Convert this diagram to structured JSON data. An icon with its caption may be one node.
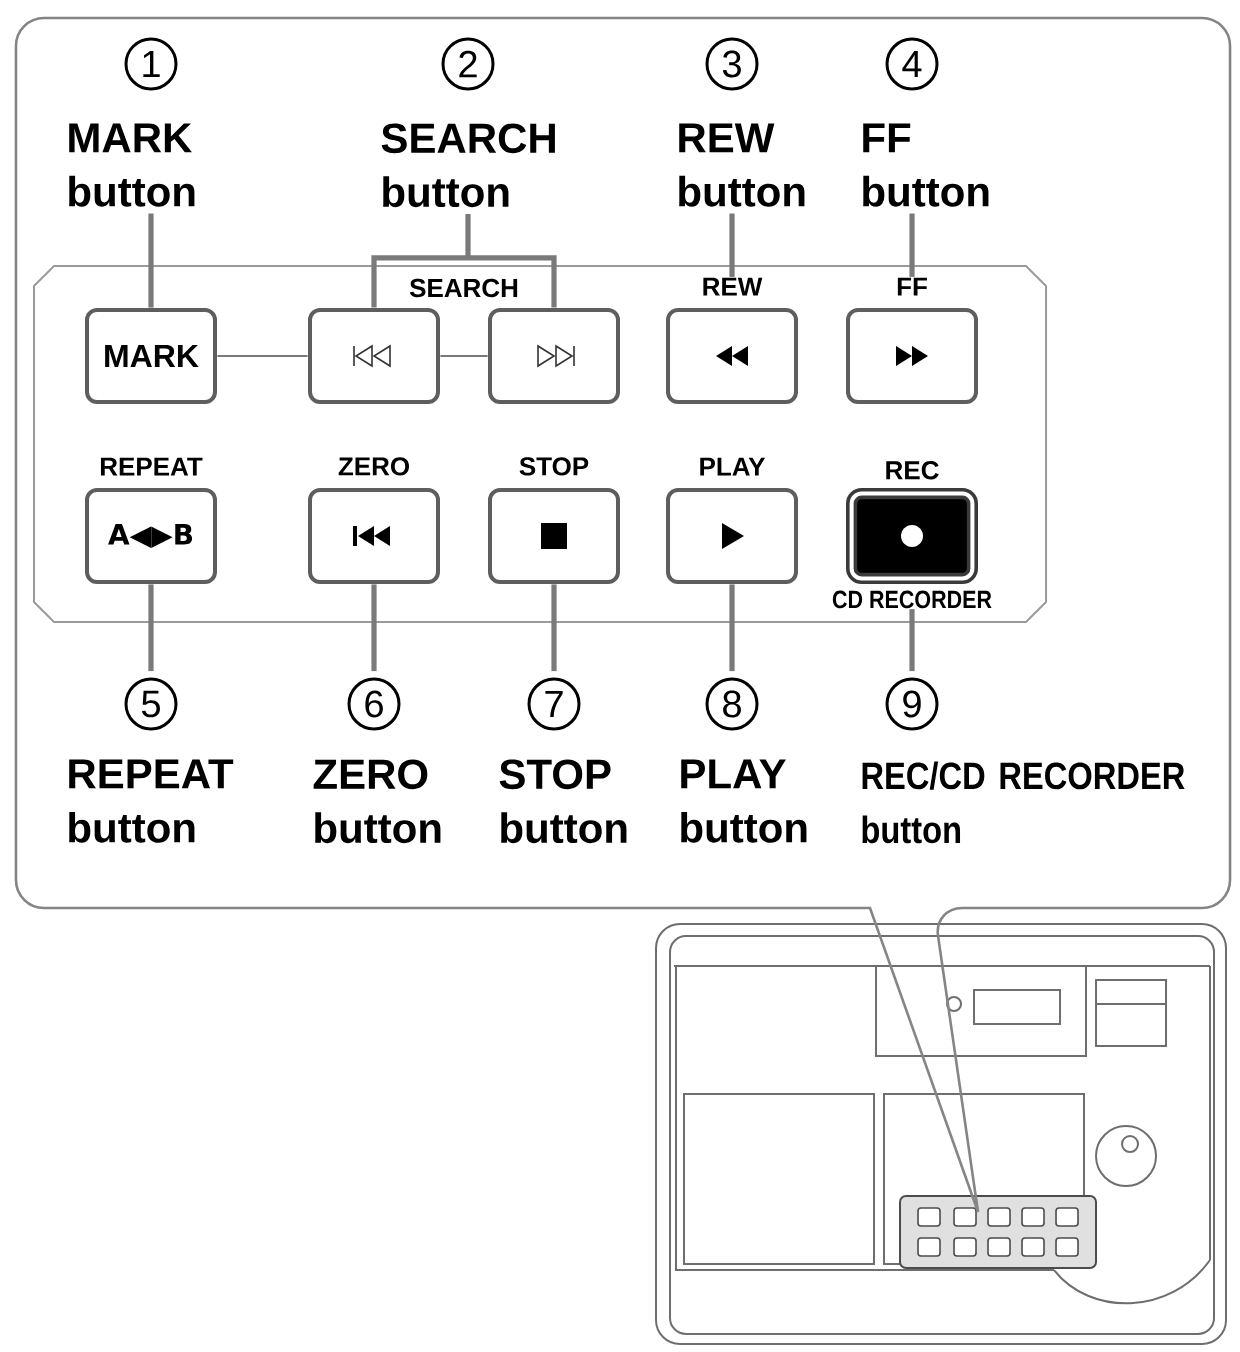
{
  "diagram": {
    "nodes": [
      {
        "text": [],
        "shape": "box"
      },
      {
        "text": [
          "1",
          "MARK button"
        ],
        "in": 0
      },
      {
        "text": [
          "2",
          "SEARCH button"
        ],
        "in": 0
      },
      {
        "text": [
          "3",
          "REW button"
        ],
        "in": 0
      },
      {
        "text": [
          "4",
          "FF button"
        ],
        "in": 0
      },
      {
        "text": [],
        "shape": "box",
        "in": 0
      },
      {
        "text": [
          "MARK"
        ],
        "in": 5
      },
      {
        "text": [],
        "shape": "box",
        "in": 5
      },
      {
        "text": [],
        "shape": "box",
        "in": 5
      },
      {
        "text": [
          "REW"
        ],
        "in": 5
      },
      {
        "text": [
          "FF"
        ],
        "in": 5
      },
      {
        "text": [
          "REPEAT",
          "A◀▶B"
        ],
        "in": 5
      },
      {
        "text": [
          "ZERO"
        ],
        "in": 5
      },
      {
        "text": [
          "STOP"
        ],
        "in": 5
      },
      {
        "text": [
          "PLAY"
        ],
        "in": 5
      },
      {
        "text": [
          "REC",
          "CD RECORDER"
        ],
        "in": 5
      },
      {
        "text": [
          "5",
          "REPEAT button"
        ],
        "in": 0
      },
      {
        "text": [
          "6",
          "ZERO button"
        ],
        "in": 0
      },
      {
        "text": [
          "7",
          "STOP button"
        ],
        "in": 0
      },
      {
        "text": [
          "8",
          "PLAY button"
        ],
        "in": 0
      },
      {
        "text": [
          "9",
          "REC/CD RECORDER button"
        ],
        "in": 0
      }
    ],
    "edges": [
      {
        "from": 1,
        "to": 6,
        "arrow": "none"
      },
      {
        "from": 2,
        "to": 7,
        "arrow": "none"
      },
      {
        "from": 2,
        "to": 8,
        "arrow": "none"
      },
      {
        "from": 3,
        "to": 9,
        "arrow": "none"
      },
      {
        "from": 4,
        "to": 10,
        "arrow": "none"
      },
      {
        "from": 6,
        "to": 7,
        "arrow": "none"
      },
      {
        "from": 7,
        "to": 8,
        "arrow": "none"
      },
      {
        "from": 16,
        "to": 11,
        "arrow": "none"
      },
      {
        "from": 17,
        "to": 12,
        "arrow": "none"
      },
      {
        "from": 18,
        "to": 13,
        "arrow": "none"
      },
      {
        "from": 19,
        "to": 14,
        "arrow": "none"
      },
      {
        "from": 20,
        "to": 15,
        "arrow": "none"
      }
    ],
    "labels": [
      "SEARCH"
    ]
  }
}
